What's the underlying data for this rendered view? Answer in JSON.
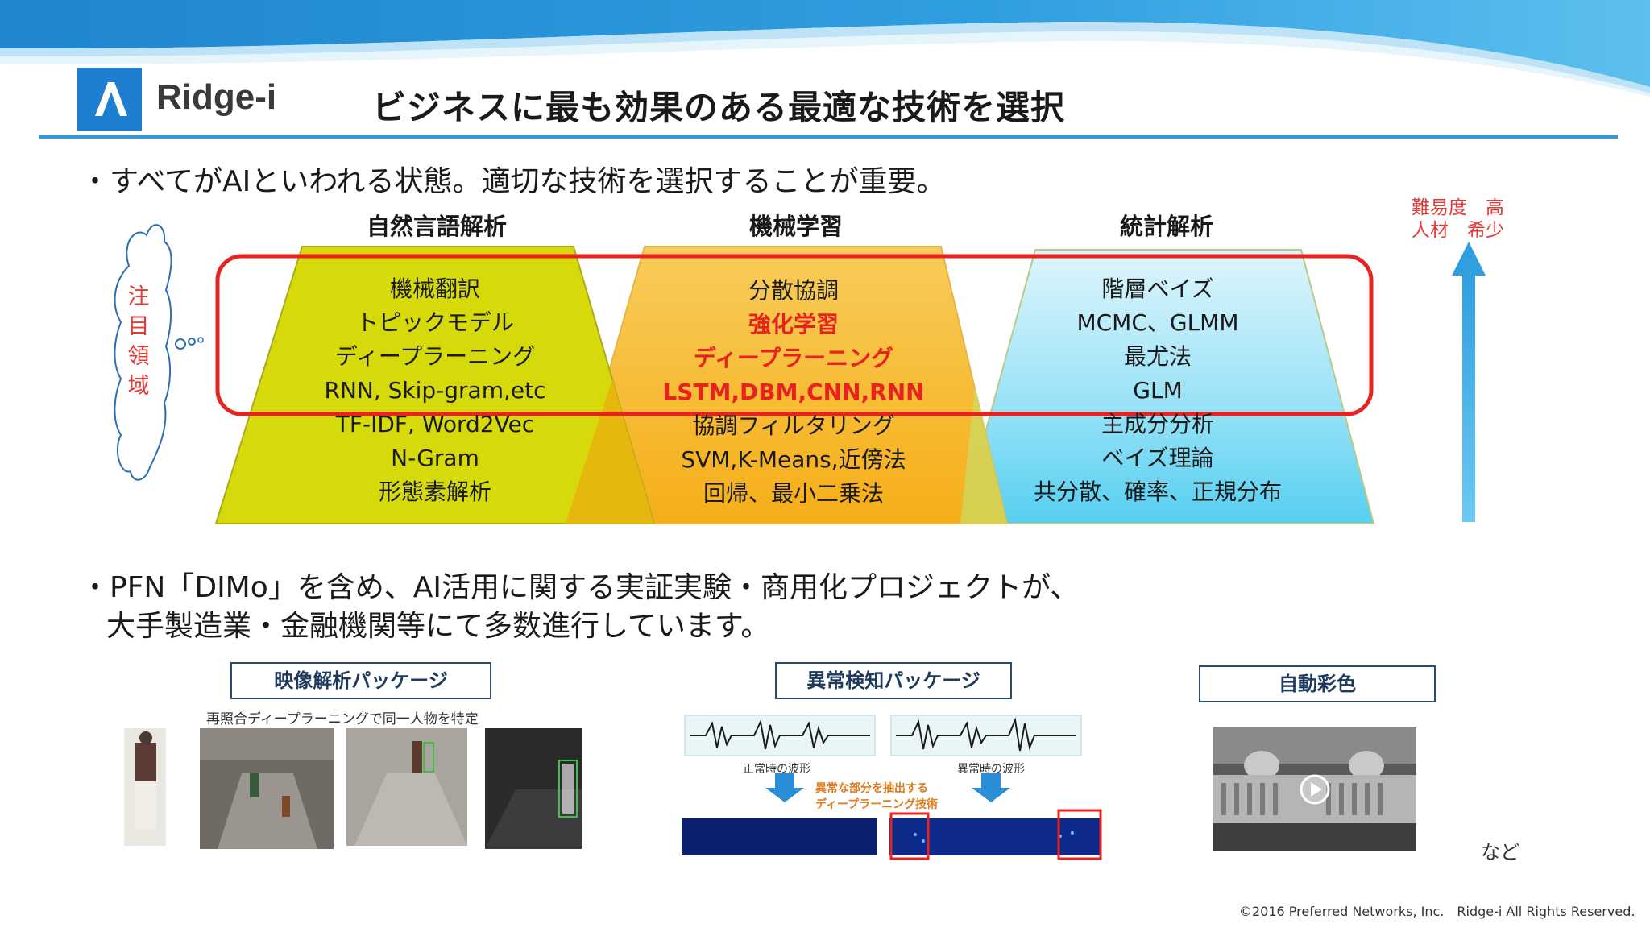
{
  "header": {
    "logo_text": "Ridge-i",
    "title": "ビジネスに最も効果のある最適な技術を選択"
  },
  "bullets": {
    "first": "・すべてがAIといわれる状態。適切な技術を選択することが重要。",
    "second_line1": "・PFN「DIMo」を含め、AI活用に関する実証実験・商用化プロジェクトが、",
    "second_line2": "大手製造業・金融機関等にて多数進行しています。"
  },
  "columns": [
    {
      "heading": "自然言語解析",
      "color": "#d4d80a",
      "items": [
        "機械翻訳",
        "トピックモデル",
        "ディープラーニング",
        "RNN, Skip-gram,etc",
        "TF-IDF, Word2Vec",
        "N-Gram",
        "形態素解析"
      ]
    },
    {
      "heading": "機械学習",
      "color": "#f6b21b",
      "items": [
        "分散協調",
        "強化学習",
        "ディープラーニング",
        "LSTM,DBM,CNN,RNN",
        "協調フィルタリング",
        "SVM,K-Means,近傍法",
        "回帰、最小二乗法"
      ]
    },
    {
      "heading": "統計解析",
      "color": "#5dd3f2",
      "items": [
        "階層ベイズ",
        "MCMC、GLMM",
        "最尤法",
        "GLM",
        "主成分分析",
        "ベイズ理論",
        "共分散、確率、正規分布"
      ]
    }
  ],
  "focus_label": [
    "注",
    "目",
    "領",
    "域"
  ],
  "difficulty_label": {
    "line1": "難易度　高",
    "line2": "人材　希少"
  },
  "packages": {
    "video": {
      "label": "映像解析パッケージ",
      "caption": "再照合ディープラーニングで同一人物を特定"
    },
    "anomaly": {
      "label": "異常検知パッケージ",
      "normal_caption": "正常時の波形",
      "abnormal_caption": "異常時の波形",
      "extract_caption_1": "異常な部分を抽出する",
      "extract_caption_2": "ディープラーニング技術"
    },
    "colorize": {
      "label": "自動彩色"
    }
  },
  "etc": "など",
  "copyright": "©2016 Preferred Networks, Inc.　Ridge-i All Rights Reserved.",
  "colors": {
    "accent_blue": "#2e9ad8",
    "focus_red": "#e8231f",
    "arrow_blue": "#35a8e0"
  }
}
